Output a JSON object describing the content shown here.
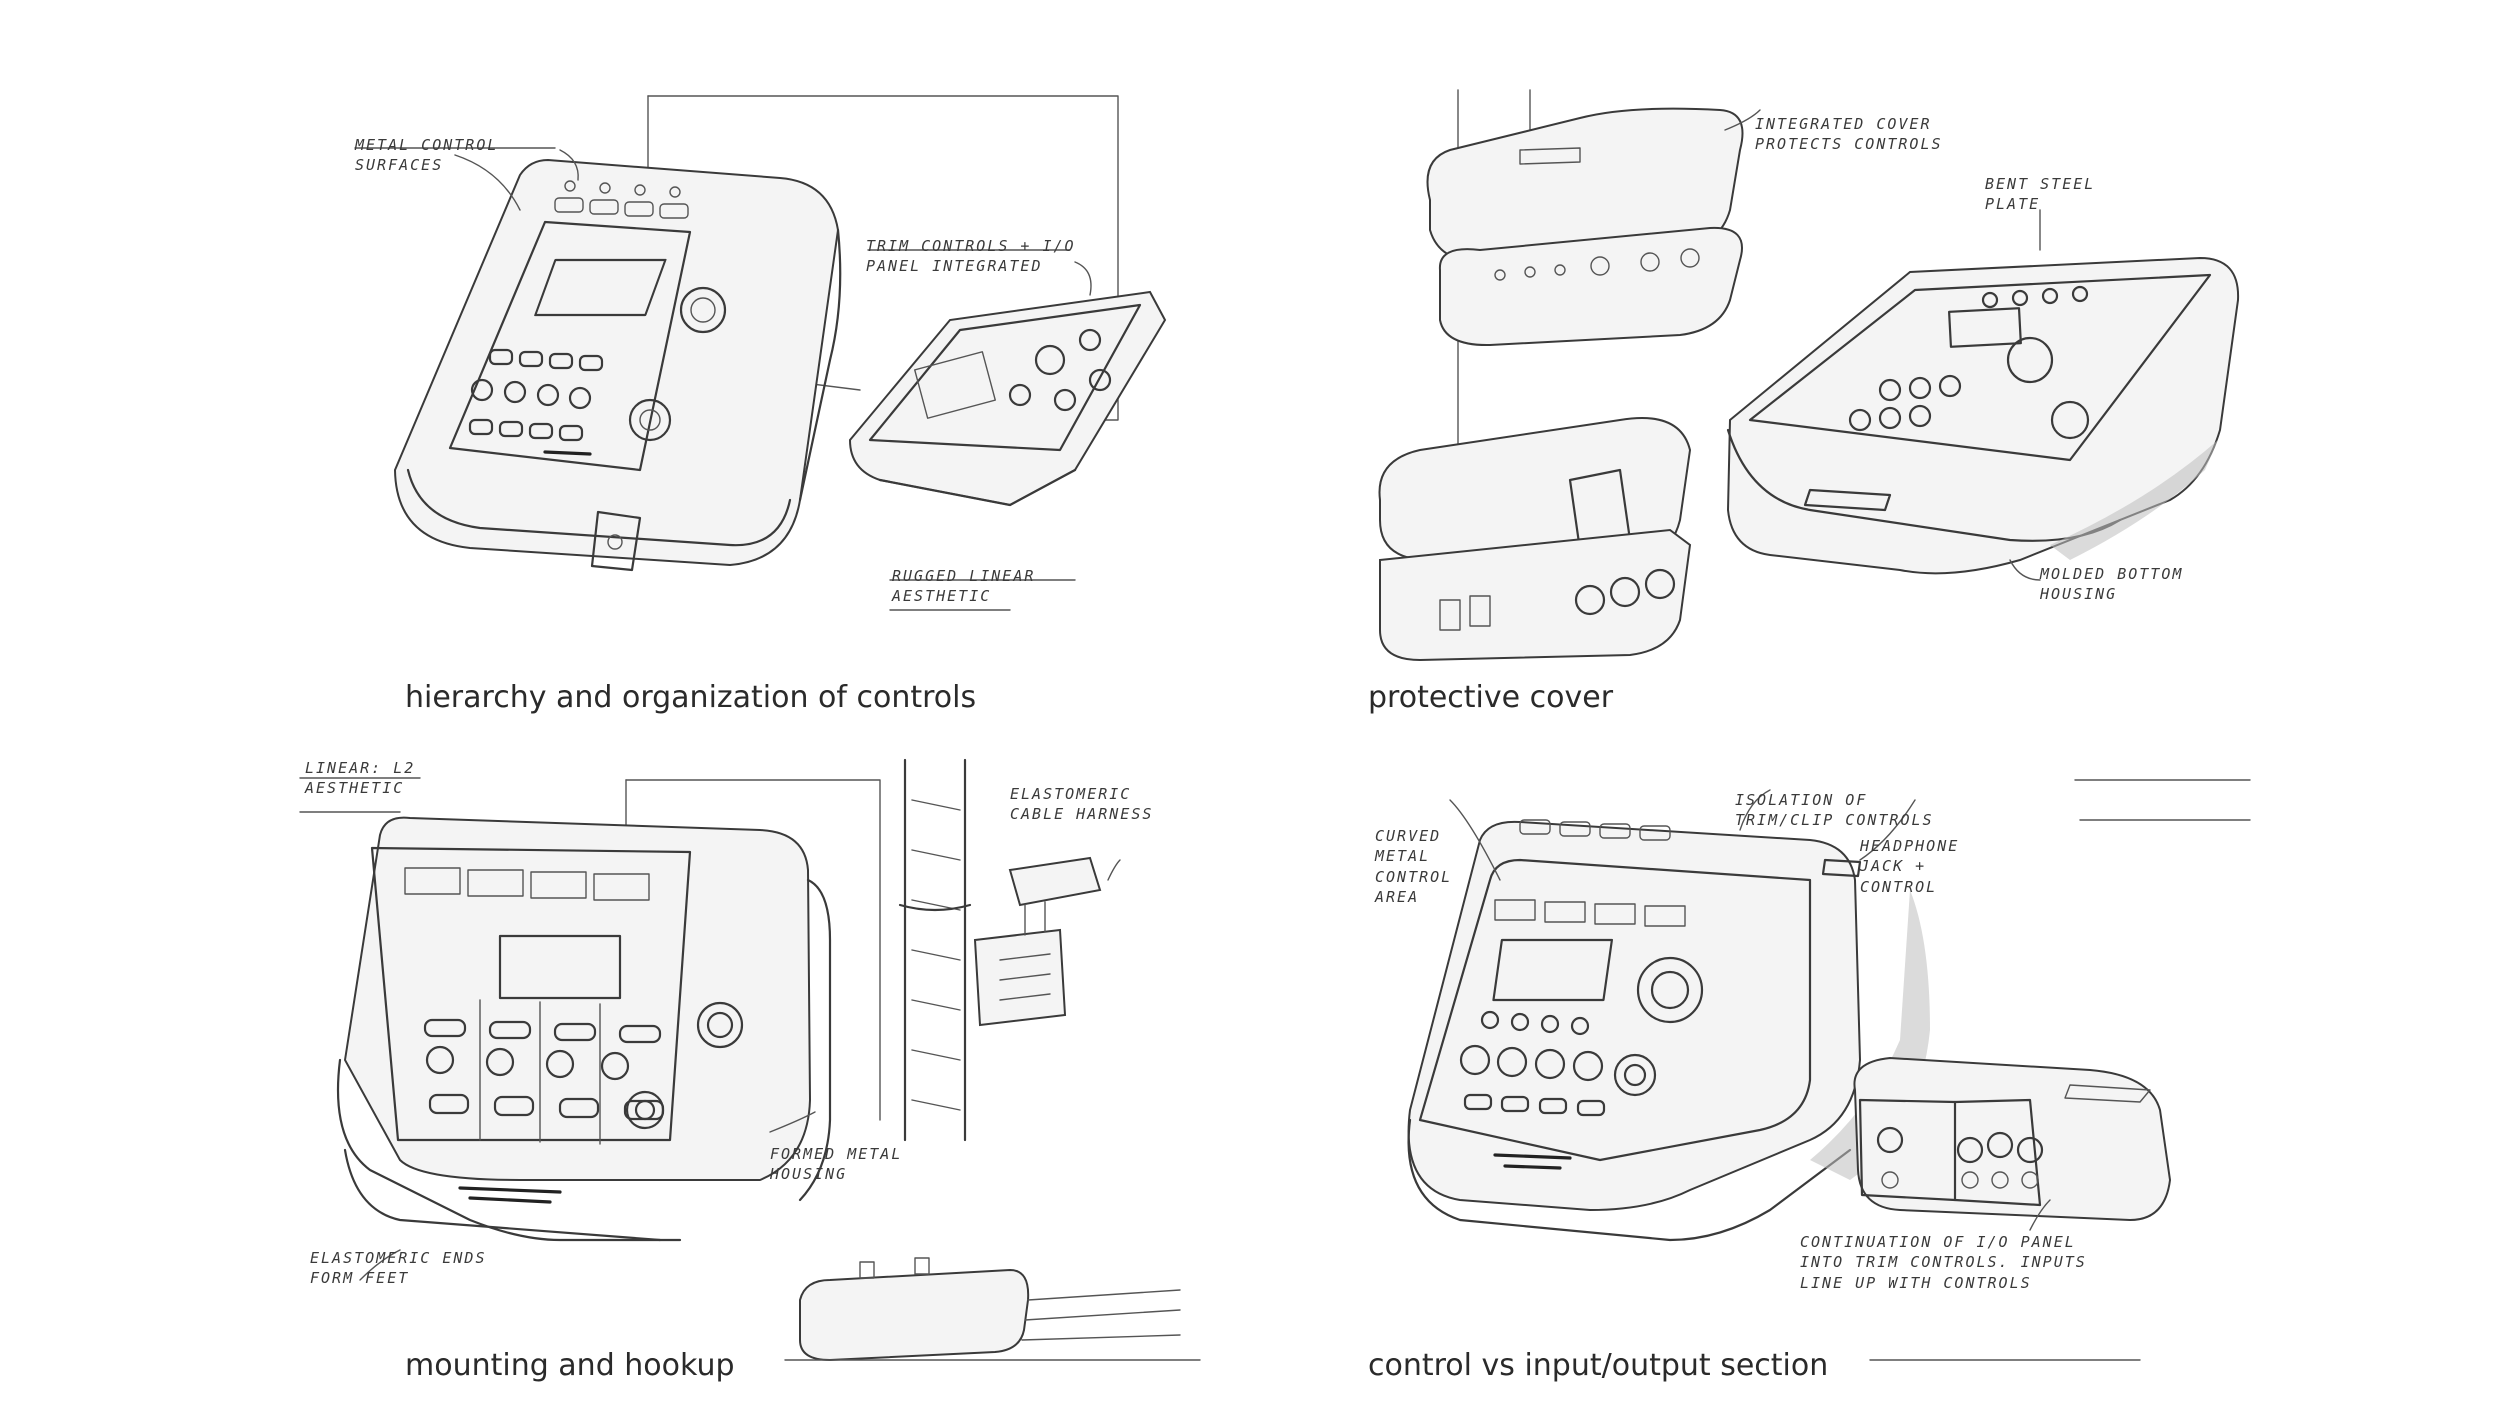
{
  "captions": {
    "p1": "hierarchy and organization of controls",
    "p2": "protective cover",
    "p3": "mounting and hookup",
    "p4": "control vs input/output section"
  },
  "notes": {
    "p1_a": "METAL CONTROL SURFACES",
    "p1_b": "TRIM CONTROLS + I/O PANEL INTEGRATED",
    "p1_c": "RUGGED LINEAR AESTHETIC",
    "p2_a": "INTEGRATED COVER PROTECTS CONTROLS",
    "p2_b": "BENT STEEL PLATE",
    "p2_c": "MOLDED BOTTOM HOUSING",
    "p3_a": "LINEAR: L2 AESTHETIC",
    "p3_b": "ELASTOMERIC CABLE HARNESS",
    "p3_c": "FORMED METAL HOUSING",
    "p3_d": "ELASTOMERIC ENDS FORM FEET",
    "p4_a": "ISOLATION OF TRIM/CLIP CONTROLS",
    "p4_b": "CURVED METAL CONTROL AREA",
    "p4_c": "HEADPHONE JACK + CONTROL",
    "p4_d": "CONTINUATION OF I/O PANEL INTO TRIM CONTROLS. INPUTS LINE UP WITH CONTROLS"
  }
}
